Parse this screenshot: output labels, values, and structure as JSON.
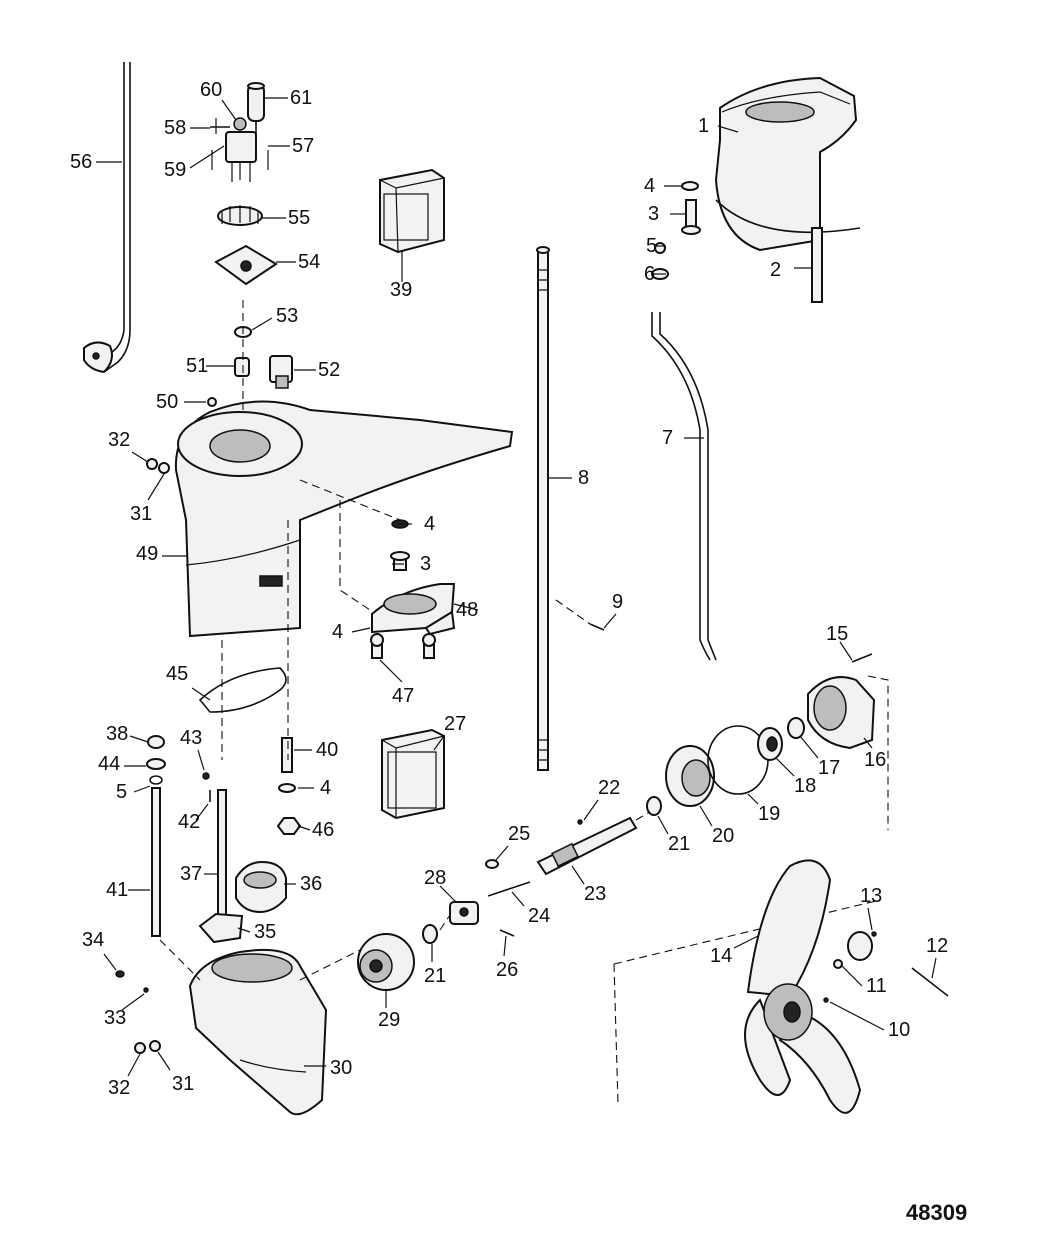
{
  "figure_number": "48309",
  "callouts": [
    {
      "id": "1",
      "label": "1"
    },
    {
      "id": "2",
      "label": "2"
    },
    {
      "id": "3a",
      "label": "3"
    },
    {
      "id": "3b",
      "label": "3"
    },
    {
      "id": "4a",
      "label": "4"
    },
    {
      "id": "4b",
      "label": "4"
    },
    {
      "id": "4c",
      "label": "4"
    },
    {
      "id": "4d",
      "label": "4"
    },
    {
      "id": "5a",
      "label": "5"
    },
    {
      "id": "5b",
      "label": "5"
    },
    {
      "id": "6",
      "label": "6"
    },
    {
      "id": "7",
      "label": "7"
    },
    {
      "id": "8",
      "label": "8"
    },
    {
      "id": "9",
      "label": "9"
    },
    {
      "id": "10",
      "label": "10"
    },
    {
      "id": "11",
      "label": "11"
    },
    {
      "id": "12",
      "label": "12"
    },
    {
      "id": "13",
      "label": "13"
    },
    {
      "id": "14",
      "label": "14"
    },
    {
      "id": "15",
      "label": "15"
    },
    {
      "id": "16",
      "label": "16"
    },
    {
      "id": "17",
      "label": "17"
    },
    {
      "id": "18",
      "label": "18"
    },
    {
      "id": "19",
      "label": "19"
    },
    {
      "id": "20",
      "label": "20"
    },
    {
      "id": "21a",
      "label": "21"
    },
    {
      "id": "21b",
      "label": "21"
    },
    {
      "id": "22",
      "label": "22"
    },
    {
      "id": "23",
      "label": "23"
    },
    {
      "id": "24",
      "label": "24"
    },
    {
      "id": "25",
      "label": "25"
    },
    {
      "id": "26",
      "label": "26"
    },
    {
      "id": "27",
      "label": "27"
    },
    {
      "id": "28",
      "label": "28"
    },
    {
      "id": "29",
      "label": "29"
    },
    {
      "id": "30",
      "label": "30"
    },
    {
      "id": "31a",
      "label": "31"
    },
    {
      "id": "31b",
      "label": "31"
    },
    {
      "id": "32a",
      "label": "32"
    },
    {
      "id": "32b",
      "label": "32"
    },
    {
      "id": "33",
      "label": "33"
    },
    {
      "id": "34",
      "label": "34"
    },
    {
      "id": "35",
      "label": "35"
    },
    {
      "id": "36",
      "label": "36"
    },
    {
      "id": "37",
      "label": "37"
    },
    {
      "id": "38",
      "label": "38"
    },
    {
      "id": "39",
      "label": "39"
    },
    {
      "id": "40",
      "label": "40"
    },
    {
      "id": "41",
      "label": "41"
    },
    {
      "id": "42",
      "label": "42"
    },
    {
      "id": "43",
      "label": "43"
    },
    {
      "id": "44",
      "label": "44"
    },
    {
      "id": "45",
      "label": "45"
    },
    {
      "id": "46",
      "label": "46"
    },
    {
      "id": "47",
      "label": "47"
    },
    {
      "id": "48",
      "label": "48"
    },
    {
      "id": "49",
      "label": "49"
    },
    {
      "id": "50",
      "label": "50"
    },
    {
      "id": "51",
      "label": "51"
    },
    {
      "id": "52",
      "label": "52"
    },
    {
      "id": "53",
      "label": "53"
    },
    {
      "id": "54",
      "label": "54"
    },
    {
      "id": "55",
      "label": "55"
    },
    {
      "id": "56",
      "label": "56"
    },
    {
      "id": "57",
      "label": "57"
    },
    {
      "id": "58",
      "label": "58"
    },
    {
      "id": "59",
      "label": "59"
    },
    {
      "id": "60",
      "label": "60"
    },
    {
      "id": "61",
      "label": "61"
    }
  ]
}
